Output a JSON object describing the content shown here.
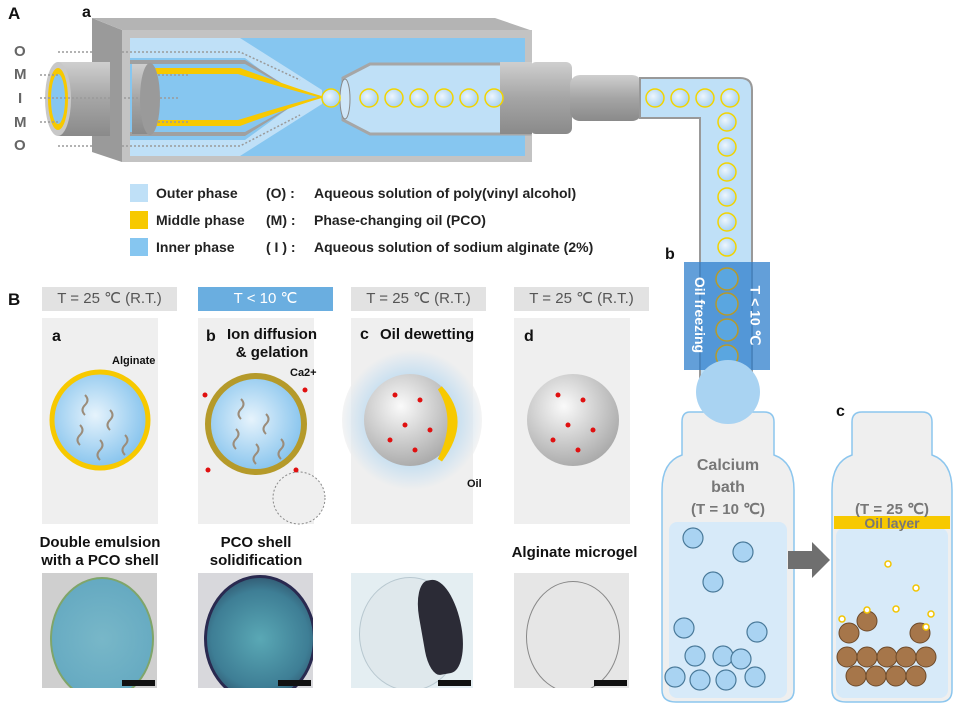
{
  "panels": {
    "A": {
      "letter": "A",
      "sub_a": "a",
      "sub_b": "b",
      "sub_c": "c",
      "inlet_labels": [
        "O",
        "M",
        "I",
        "M",
        "O"
      ],
      "legend": [
        {
          "name": "Outer phase",
          "code": "(O) :",
          "desc": "Aqueous solution of poly(vinyl alcohol)",
          "color": "#bfe0f7"
        },
        {
          "name": "Middle phase",
          "code": "(M) :",
          "desc": "Phase-changing oil (PCO)",
          "color": "#f7c900"
        },
        {
          "name": "Inner phase",
          "code": "( I ) :",
          "desc": "Aqueous solution of sodium alginate (2%)",
          "color": "#86c6f0"
        }
      ],
      "freeze_zone": {
        "left": "Oil freezing",
        "right": "T < 10 ℃"
      },
      "bath1": {
        "line1": "Calcium",
        "line2": "bath",
        "temp": "(T = 10 ℃)"
      },
      "bath2": {
        "temp": "(T = 25 ℃)",
        "oil": "Oil layer"
      }
    },
    "B": {
      "letter": "B",
      "steps": [
        {
          "temp": "T = 25 ℃ (R.T.)",
          "cold": false,
          "letter": "a",
          "title": "",
          "annotation": "Alginate",
          "caption": "Double emulsion\nwith a PCO shell"
        },
        {
          "temp": "T < 10 ℃",
          "cold": true,
          "letter": "b",
          "title": "Ion diffusion\n& gelation",
          "annotation": "Ca2+",
          "caption": "PCO shell\nsolidification"
        },
        {
          "temp": "T = 25 ℃ (R.T.)",
          "cold": false,
          "letter": "c",
          "title": "Oil dewetting",
          "annotation": "Oil",
          "caption": ""
        },
        {
          "temp": "T = 25 ℃ (R.T.)",
          "cold": false,
          "letter": "d",
          "title": "",
          "annotation": "",
          "caption": "Alginate microgel"
        }
      ]
    }
  },
  "colors": {
    "outer": "#bfe0f7",
    "middle": "#f7c900",
    "inner": "#86c6f0",
    "device": "#a9a9a9",
    "cold_bar": "#6aaee0",
    "gel_dot": "#e01010"
  }
}
